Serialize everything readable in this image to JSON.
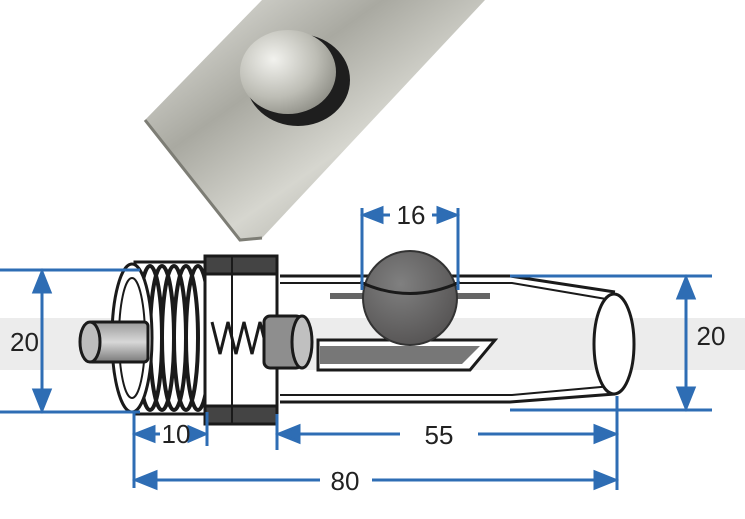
{
  "colors": {
    "dimension": "#2e6db4",
    "outline": "#1a1a1a",
    "steel": "#b9b9b2",
    "ball": "#6a6868",
    "label": "#222222",
    "band": "#ececec"
  },
  "dimensions": {
    "ball_width": "16",
    "left_height": "20",
    "right_height": "20",
    "thread_length": "10",
    "body_length": "55",
    "total_length": "80"
  }
}
